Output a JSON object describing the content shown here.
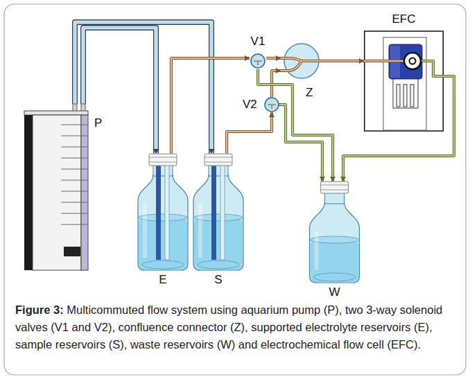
{
  "diagram": {
    "caption": "Figure 3: Multicommuted flow system using aquarium pump (P), two 3-way solenoid valves (V1 and V2), confluence connector (Z), supported electrolyte reservoirs (E), sample reservoirs (S), waste reservoirs (W) and electrochemical flow cell (EFC).",
    "nodes": [
      {
        "text": [
          "P"
        ]
      },
      {
        "text": [
          "E"
        ]
      },
      {
        "text": [
          "S"
        ]
      },
      {
        "text": [
          "V1"
        ]
      },
      {
        "text": [
          "V2"
        ]
      },
      {
        "text": [
          "Z"
        ]
      },
      {
        "text": [
          "EFC"
        ]
      },
      {
        "text": [
          "W"
        ]
      }
    ],
    "edges": [
      {
        "from": 0,
        "to": 1,
        "arrow": "to"
      },
      {
        "from": 0,
        "to": 2,
        "arrow": "to"
      },
      {
        "from": 1,
        "to": 3,
        "arrow": "to"
      },
      {
        "from": 2,
        "to": 4,
        "arrow": "to"
      },
      {
        "from": 3,
        "to": 5,
        "arrow": "to"
      },
      {
        "from": 4,
        "to": 5,
        "arrow": "to"
      },
      {
        "from": 5,
        "to": 6,
        "arrow": "to"
      },
      {
        "from": 3,
        "to": 7,
        "arrow": "to"
      },
      {
        "from": 4,
        "to": 7,
        "arrow": "to"
      },
      {
        "from": 6,
        "to": 7,
        "arrow": "to"
      }
    ]
  }
}
